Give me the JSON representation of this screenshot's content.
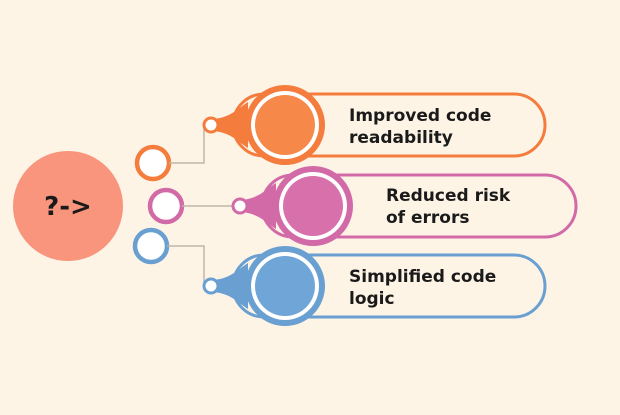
{
  "center": {
    "label": "?->",
    "color": "#f8957c"
  },
  "items": [
    {
      "line1": "Improved code",
      "line2": "readability",
      "color": "#f47d3e",
      "fill": "#f6894a"
    },
    {
      "line1": "Reduced risk",
      "line2": "of errors",
      "color": "#d26aa8",
      "fill": "#d870ab"
    },
    {
      "line1": "Simplified code",
      "line2": "logic",
      "color": "#6a9fd1",
      "fill": "#70a5d7"
    }
  ]
}
